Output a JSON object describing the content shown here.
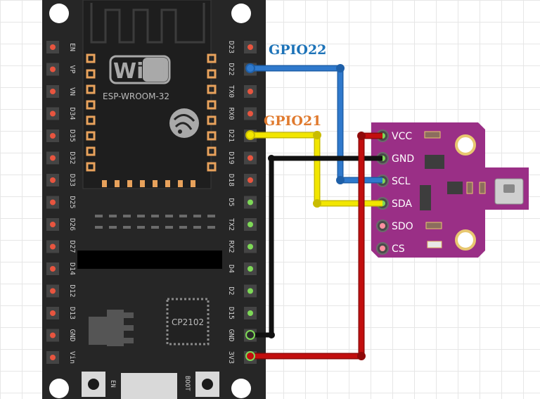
{
  "board": {
    "name": "ESP-WROOM-32",
    "logo": "WiFi",
    "chip": "CP2102",
    "buttons": {
      "left": "EN",
      "right": "BOOT"
    },
    "left_pins": [
      "EN",
      "VP",
      "VN",
      "D34",
      "D35",
      "D32",
      "D33",
      "D25",
      "D26",
      "D27",
      "D14",
      "D12",
      "D13",
      "GND",
      "Vin"
    ],
    "right_pins": [
      "D23",
      "D22",
      "TX0",
      "RX0",
      "D21",
      "D19",
      "D18",
      "D5",
      "TX2",
      "RX2",
      "D4",
      "D2",
      "D15",
      "GND",
      "3V3"
    ]
  },
  "sensor": {
    "pins": [
      "VCC",
      "GND",
      "SCL",
      "SDA",
      "SDO",
      "CS"
    ]
  },
  "labels": {
    "gpio22": "GPIO22",
    "gpio21": "GPIO21"
  },
  "colors": {
    "board": "#262626",
    "sensor": "#9a2f86",
    "wire_scl": "#2f79cc",
    "wire_sda": "#f2e600",
    "wire_gnd": "#111111",
    "wire_vcc": "#c20f0f",
    "label_gpio22": "#1d73b8",
    "label_gpio21": "#e07a2e"
  }
}
